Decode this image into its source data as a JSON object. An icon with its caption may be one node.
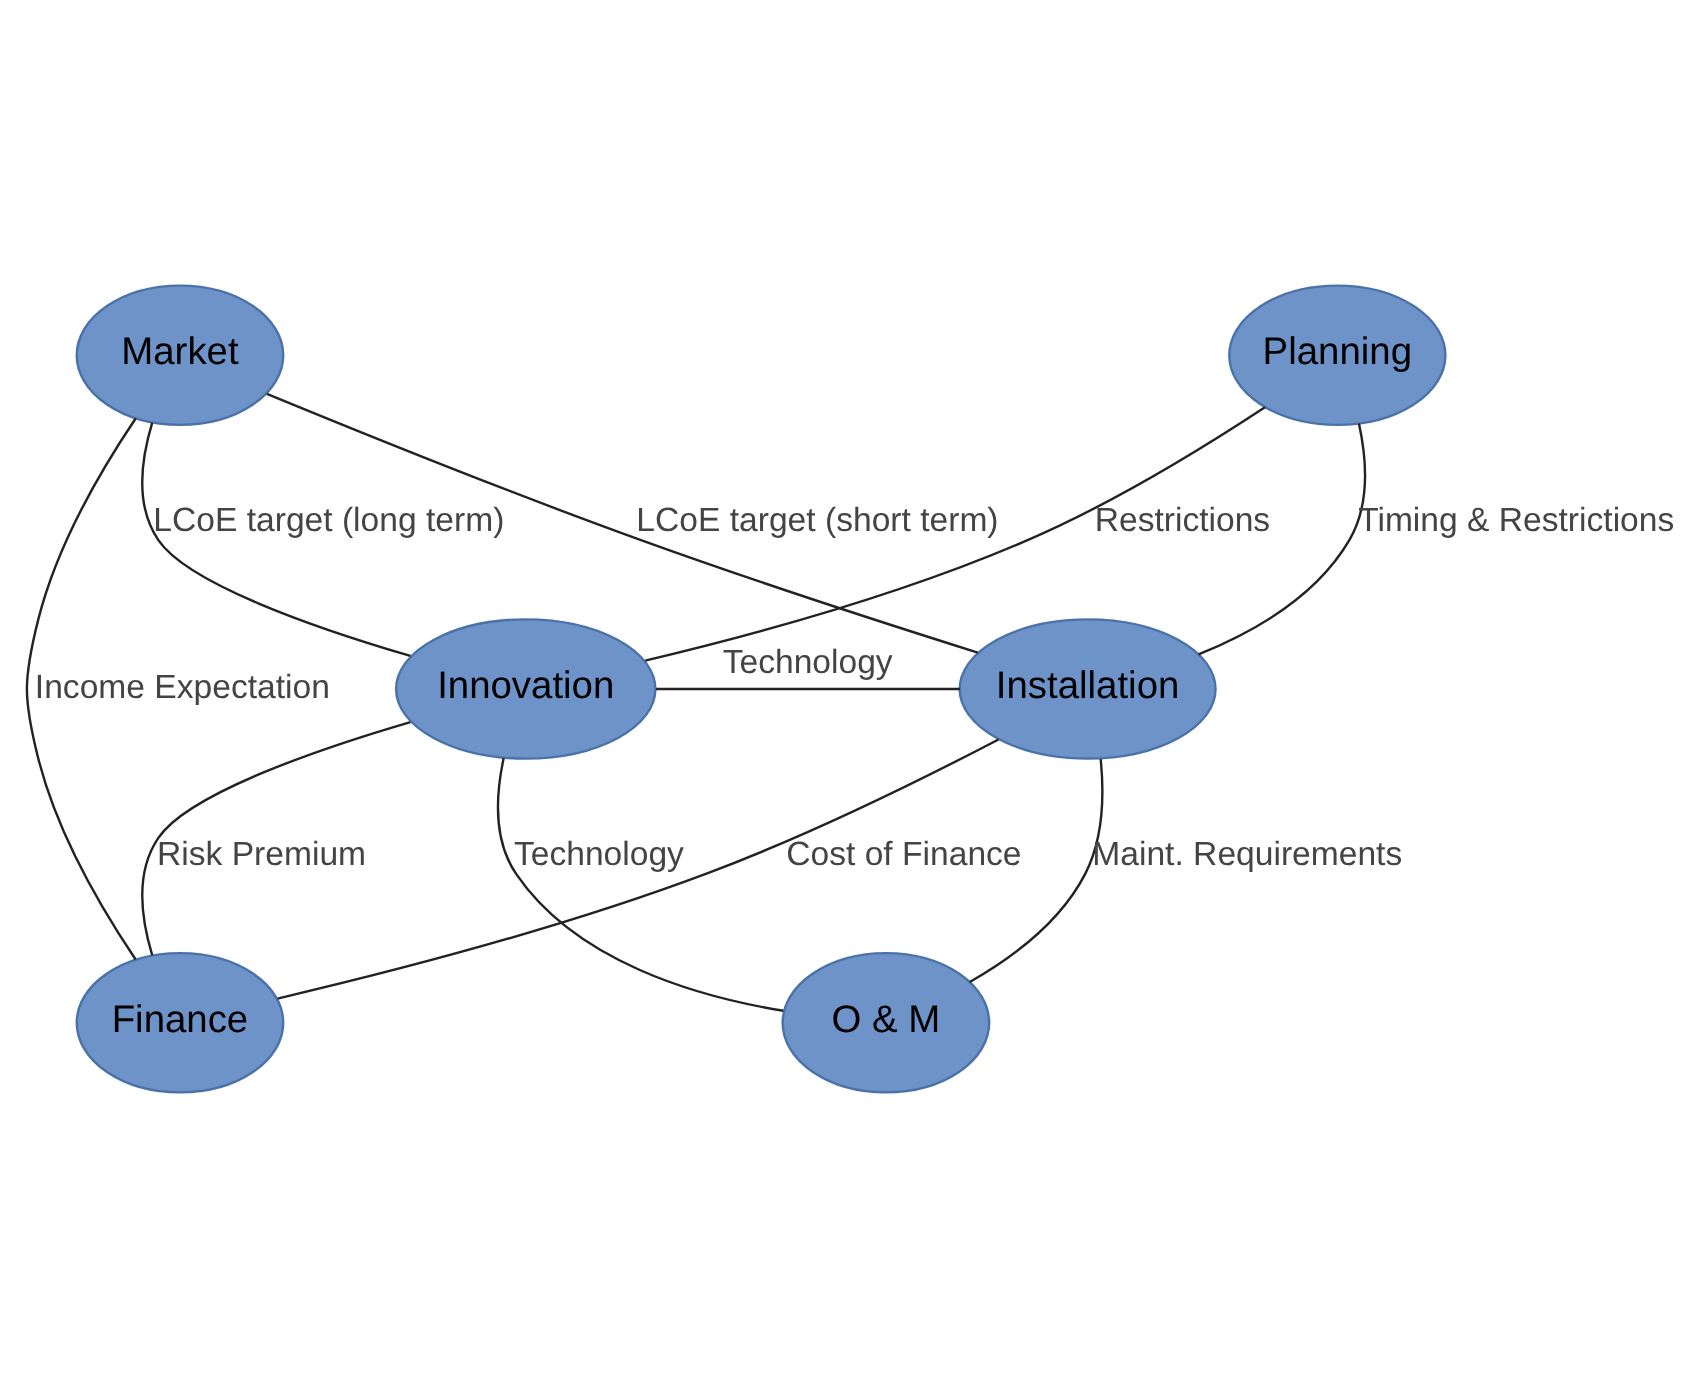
{
  "diagram": {
    "nodes": [
      {
        "text": [
          "Planning"
        ]
      },
      {
        "text": [
          "Market"
        ]
      },
      {
        "text": [
          "Innovation"
        ]
      },
      {
        "text": [
          "Installation"
        ]
      },
      {
        "text": [
          "Finance"
        ]
      },
      {
        "text": [
          "O & M"
        ]
      }
    ],
    "edges": [
      {
        "from": 0,
        "to": 2,
        "arrow": "none",
        "label": "Restrictions"
      },
      {
        "from": 0,
        "to": 3,
        "arrow": "none",
        "label": "Timing & Restrictions"
      },
      {
        "from": 1,
        "to": 2,
        "arrow": "none",
        "label": "LCoE target (long term)"
      },
      {
        "from": 1,
        "to": 3,
        "arrow": "none",
        "label": "LCoE target (short term)"
      },
      {
        "from": 1,
        "to": 4,
        "arrow": "none",
        "label": "Income Expectation"
      },
      {
        "from": 2,
        "to": 3,
        "arrow": "none",
        "label": "Technology"
      },
      {
        "from": 3,
        "to": 4,
        "arrow": "none",
        "label": "Cost of Finance"
      },
      {
        "from": 2,
        "to": 4,
        "arrow": "none",
        "label": "Risk Premium"
      },
      {
        "from": 3,
        "to": 5,
        "arrow": "none",
        "label": "Maint. Requirements"
      },
      {
        "from": 2,
        "to": 5,
        "arrow": "none",
        "label": "Technology"
      }
    ]
  }
}
